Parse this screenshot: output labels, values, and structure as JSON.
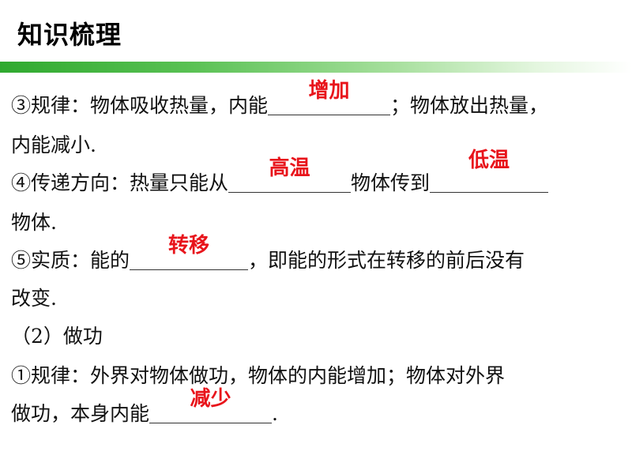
{
  "title": "知识梳理",
  "colors": {
    "answer": "#e8141b",
    "bar": "#2fa92f"
  },
  "content": {
    "l1_a": "③规律：物体吸收热量，内能",
    "l1_ans": "增加",
    "l1_b": "；物体放出热量，",
    "l2": "内能减小.",
    "l3_a": "④传递方向：热量只能从",
    "l3_ans1": "高温",
    "l3_b": "物体传到",
    "l3_ans2": "低温",
    "l4": "物体.",
    "l5_a": "⑤实质：能的",
    "l5_ans": "转移",
    "l5_b": "，即能的形式在转移的前后没有",
    "l6": "改变.",
    "l7": "（2）做功",
    "l8": "①规律：外界对物体做功，物体的内能增加；物体对外界",
    "l9_a": "做功，本身内能",
    "l9_ans": "减少",
    "l9_b": "."
  }
}
